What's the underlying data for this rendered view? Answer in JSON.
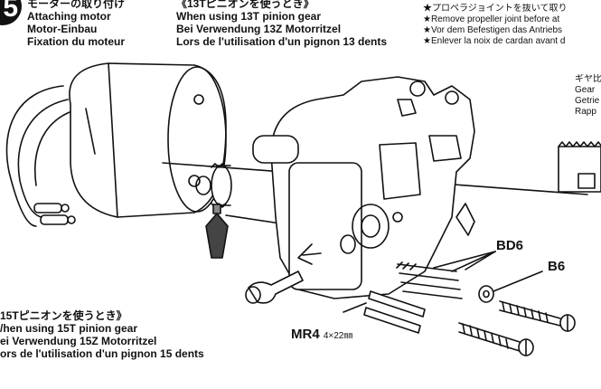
{
  "step": {
    "number": "5"
  },
  "header_left": {
    "jp": "モーターの取り付け",
    "en": "Attaching motor",
    "de": "Motor-Einbau",
    "fr": "Fixation du moteur"
  },
  "header_mid": {
    "jp": "《13Tピニオンを使うとき》",
    "en": "When using 13T pinion gear",
    "de": "Bei Verwendung 13Z Motorritzel",
    "fr": "Lors de l'utilisation d'un pignon 13 dents"
  },
  "header_right": {
    "jp": "★プロペラジョイントを抜いて取り",
    "en": "★Remove propeller joint before at",
    "de": "★Vor dem Befestigen das Antriebs",
    "fr": "★Enlever la noix de cardan avant d"
  },
  "gear_note": {
    "jp": "ギヤ比",
    "en": "Gear",
    "de": "Getrie",
    "fr": "Rapp"
  },
  "bottom_left": {
    "jp": "15Tピニオンを使うとき》",
    "en": "/hen using 15T pinion gear",
    "de": "ei Verwendung 15Z Motorritzel",
    "fr": "ors de l'utilisation d'un pignon 15 dents"
  },
  "callouts": {
    "bd6": "BD6",
    "b6": "B6",
    "mr4": "MR4",
    "mr4_size": "4×22㎜"
  }
}
